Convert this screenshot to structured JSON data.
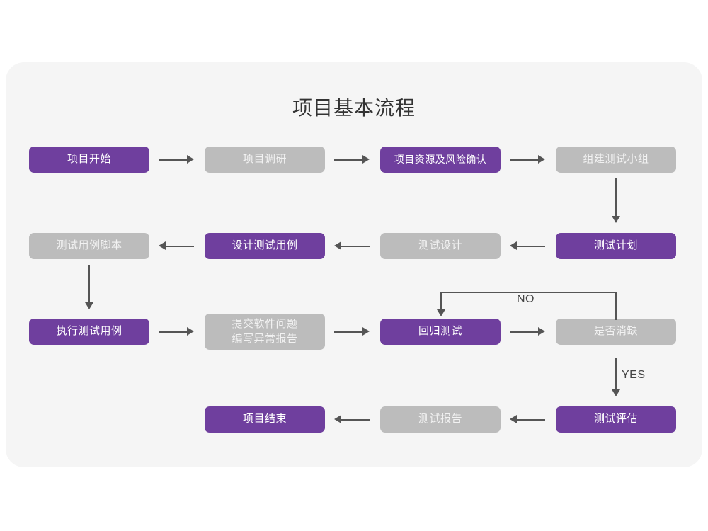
{
  "diagram": {
    "title": "项目基本流程",
    "colors": {
      "page_background": "#ffffff",
      "card_background": "#f5f5f5",
      "node_purple": "#6f3f9e",
      "node_gray": "#bcbcbc",
      "connector": "#555555",
      "title_text": "#333333",
      "purple_text": "#ffffff",
      "gray_text": "#f2f2f2"
    },
    "nodes": [
      {
        "id": "n1",
        "label": "项目开始",
        "style": "purple"
      },
      {
        "id": "n2",
        "label": "项目调研",
        "style": "gray"
      },
      {
        "id": "n3",
        "label": "项目资源及风险确认",
        "style": "purple"
      },
      {
        "id": "n4",
        "label": "组建测试小组",
        "style": "gray"
      },
      {
        "id": "n5",
        "label": "测试计划",
        "style": "purple"
      },
      {
        "id": "n6",
        "label": "测试设计",
        "style": "gray"
      },
      {
        "id": "n7",
        "label": "设计测试用例",
        "style": "purple"
      },
      {
        "id": "n8",
        "label": "测试用例脚本",
        "style": "gray"
      },
      {
        "id": "n9",
        "label": "执行测试用例",
        "style": "purple"
      },
      {
        "id": "n10",
        "label": "提交软件问题\n编写异常报告",
        "style": "gray"
      },
      {
        "id": "n11",
        "label": "回归测试",
        "style": "purple"
      },
      {
        "id": "n12",
        "label": "是否消缺",
        "style": "gray"
      },
      {
        "id": "n13",
        "label": "测试评估",
        "style": "purple"
      },
      {
        "id": "n14",
        "label": "测试报告",
        "style": "gray"
      },
      {
        "id": "n15",
        "label": "项目结束",
        "style": "purple"
      }
    ],
    "edge_labels": {
      "no": "NO",
      "yes": "YES"
    }
  }
}
